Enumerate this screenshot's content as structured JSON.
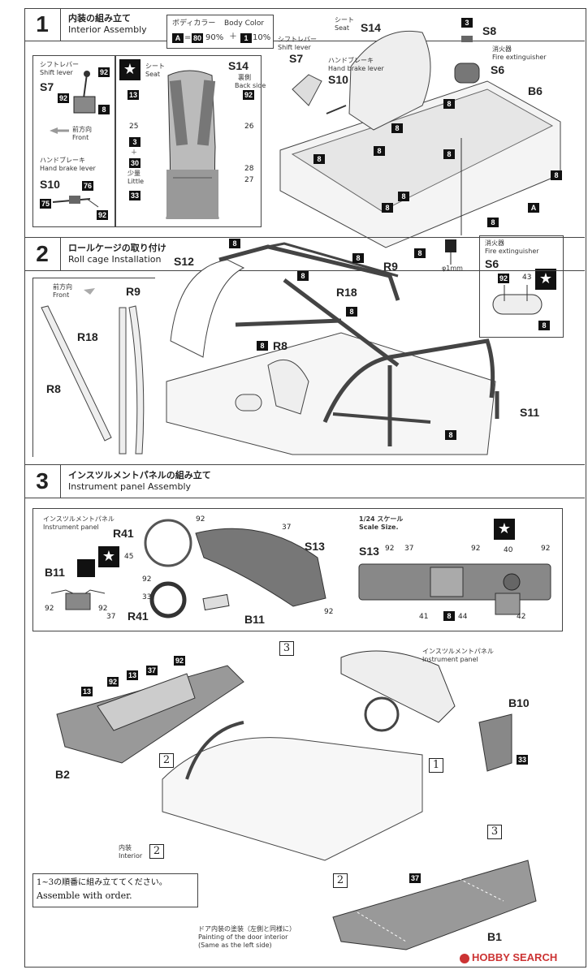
{
  "color_accent": "#111111",
  "step1": {
    "number": "1",
    "title_jp": "内装の組み立て",
    "title_en": "Interior Assembly",
    "body_color": {
      "jp": "ボディカラー",
      "en": "Body Color",
      "paint": "A",
      "mix_a": "80",
      "pct_a": "90%",
      "plus": "＋",
      "mix_b": "1",
      "pct_b": "10%"
    },
    "left_box": {
      "shift_jp": "シフトレバー",
      "shift_en": "Shift lever",
      "shift_part": "S7",
      "n92a": "92",
      "n92b": "92",
      "n8": "8",
      "front_jp": "前方向",
      "front_en": "Front",
      "hb_jp": "ハンドブレーキ",
      "hb_en": "Hand brake lever",
      "hb_part": "S10",
      "n76": "76",
      "n75": "75",
      "n92c": "92"
    },
    "seat_box": {
      "seat_jp": "シート",
      "seat_en": "Seat",
      "part": "S14",
      "back_jp": "裏側",
      "back_en": "Back side",
      "n13": "13",
      "n92": "92",
      "n25": "25",
      "n26": "26",
      "n3": "3",
      "plus": "＋",
      "n30": "30",
      "little_jp": "少量",
      "little_en": "Little",
      "n28": "28",
      "n27": "27",
      "n33": "33"
    },
    "main": {
      "seat_jp": "シート",
      "seat_en": "Seat",
      "seat_part": "S14",
      "shift_jp": "シフトレバー",
      "shift_en": "Shift lever",
      "shift_part": "S7",
      "hb_jp": "ハンドブレーキ",
      "hb_en": "Hand brake lever",
      "hb_part": "S10",
      "n3": "3",
      "s8": "S8",
      "ext_jp": "消火器",
      "ext_en": "Fire extinguisher",
      "s6": "S6",
      "b6": "B6",
      "eights": [
        "8",
        "8",
        "8",
        "8",
        "8",
        "8",
        "8",
        "8",
        "8",
        "8"
      ],
      "phi": "φ1mm",
      "a_badge": "A"
    },
    "ext_box": {
      "jp": "消火器",
      "en": "Fire extinguisher",
      "part": "S6",
      "n92": "92",
      "n43": "43",
      "n8": "8"
    }
  },
  "step2": {
    "number": "2",
    "title_jp": "ロールケージの取り付け",
    "title_en": "Roll cage Installation",
    "left": {
      "front_jp": "前方向",
      "front_en": "Front",
      "r9": "R9",
      "r18": "R18",
      "r8": "R8"
    },
    "main": {
      "s12": "S12",
      "r9": "R9",
      "r18": "R18",
      "r8": "R8",
      "s11": "S11",
      "eights": [
        "8",
        "8",
        "8",
        "8",
        "8",
        "8"
      ]
    }
  },
  "step3": {
    "number": "3",
    "title_jp": "インスツルメントパネルの組み立て",
    "title_en": "Instrument panel Assembly",
    "left_box": {
      "ip_jp": "インスツルメントパネル",
      "ip_en": "Instrument panel",
      "r41": "R41",
      "n45": "45",
      "b11": "B11",
      "n92a": "92",
      "n92b": "92",
      "n37": "37",
      "n92c": "92",
      "n33": "33",
      "r41b": "R41",
      "b11b": "B11",
      "s13": "S13",
      "n92d": "92",
      "n37b": "37",
      "n92e": "92"
    },
    "right_box": {
      "scale_jp": "1/24 スケール",
      "scale_en": "Scale Size.",
      "s13": "S13",
      "n92a": "92",
      "n37": "37",
      "n92b": "92",
      "n40": "40",
      "n92c": "92",
      "n41": "41",
      "n8": "8",
      "n44": "44",
      "n42": "42"
    },
    "final": {
      "ref3": "3",
      "ip_jp": "インスツルメントパネル",
      "ip_en": "Instrument panel",
      "b10": "B10",
      "n33": "33",
      "ref1": "1",
      "ref2a": "2",
      "ref2b": "2",
      "ref3b": "3",
      "n13a": "13",
      "n92a": "92",
      "n13b": "13",
      "n37": "37",
      "n92b": "92",
      "b2": "B2",
      "interior_jp": "内装",
      "interior_en": "Interior",
      "interior_ref": "2",
      "order_jp": "1~3の順番に組み立ててください。",
      "order_en": "Assemble with order.",
      "n37b": "37",
      "b1": "B1",
      "door_jp": "ドア内装の塗装（左側と同様に）",
      "door_en1": "Painting of the door interior",
      "door_en2": "(Same as the left side)"
    }
  },
  "watermark": "HOBBY SEARCH"
}
